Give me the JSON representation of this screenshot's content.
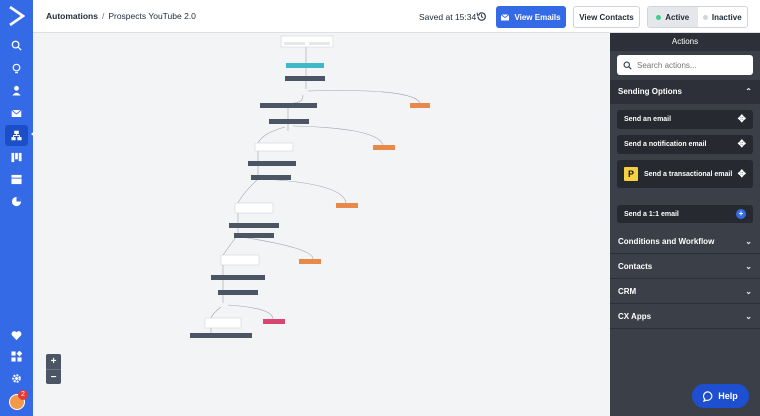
{
  "breadcrumb": {
    "root": "Automations",
    "separator": "/",
    "current": "Prospects YouTube 2.0"
  },
  "header": {
    "saved_text": "Saved at 15:34",
    "view_emails": "View Emails",
    "view_contacts": "View Contacts",
    "status_active": "Active",
    "status_inactive": "Inactive"
  },
  "colors": {
    "brand": "#356ae6",
    "active_dot": "#3ecf8e",
    "action_node": "#4b5563",
    "condition_branch": "#e8894a",
    "trigger_node": "#3fb8c8",
    "goal_node": "#d9466f"
  },
  "nav": [
    "logo-icon",
    "search-icon",
    "lightbulb-icon",
    "contacts-icon",
    "email-icon",
    "automations-icon",
    "pipeline-icon",
    "forms-icon",
    "reports-icon",
    "heart-icon",
    "apps-icon",
    "settings-icon"
  ],
  "notifications": {
    "count": "2"
  },
  "panel": {
    "title": "Actions",
    "search_placeholder": "Search actions...",
    "sections": [
      {
        "label": "Sending Options"
      },
      {
        "label": "Conditions and Workflow"
      },
      {
        "label": "Contacts"
      },
      {
        "label": "CRM"
      },
      {
        "label": "CX Apps"
      }
    ],
    "cards": [
      {
        "label": "Send an email"
      },
      {
        "label": "Send a notification email"
      },
      {
        "label": "Send a transactional email",
        "logo": "P"
      },
      {
        "label": "Send a 1:1 email"
      }
    ]
  },
  "zoom": {
    "in": "+",
    "out": "−"
  },
  "help_label": "Help"
}
